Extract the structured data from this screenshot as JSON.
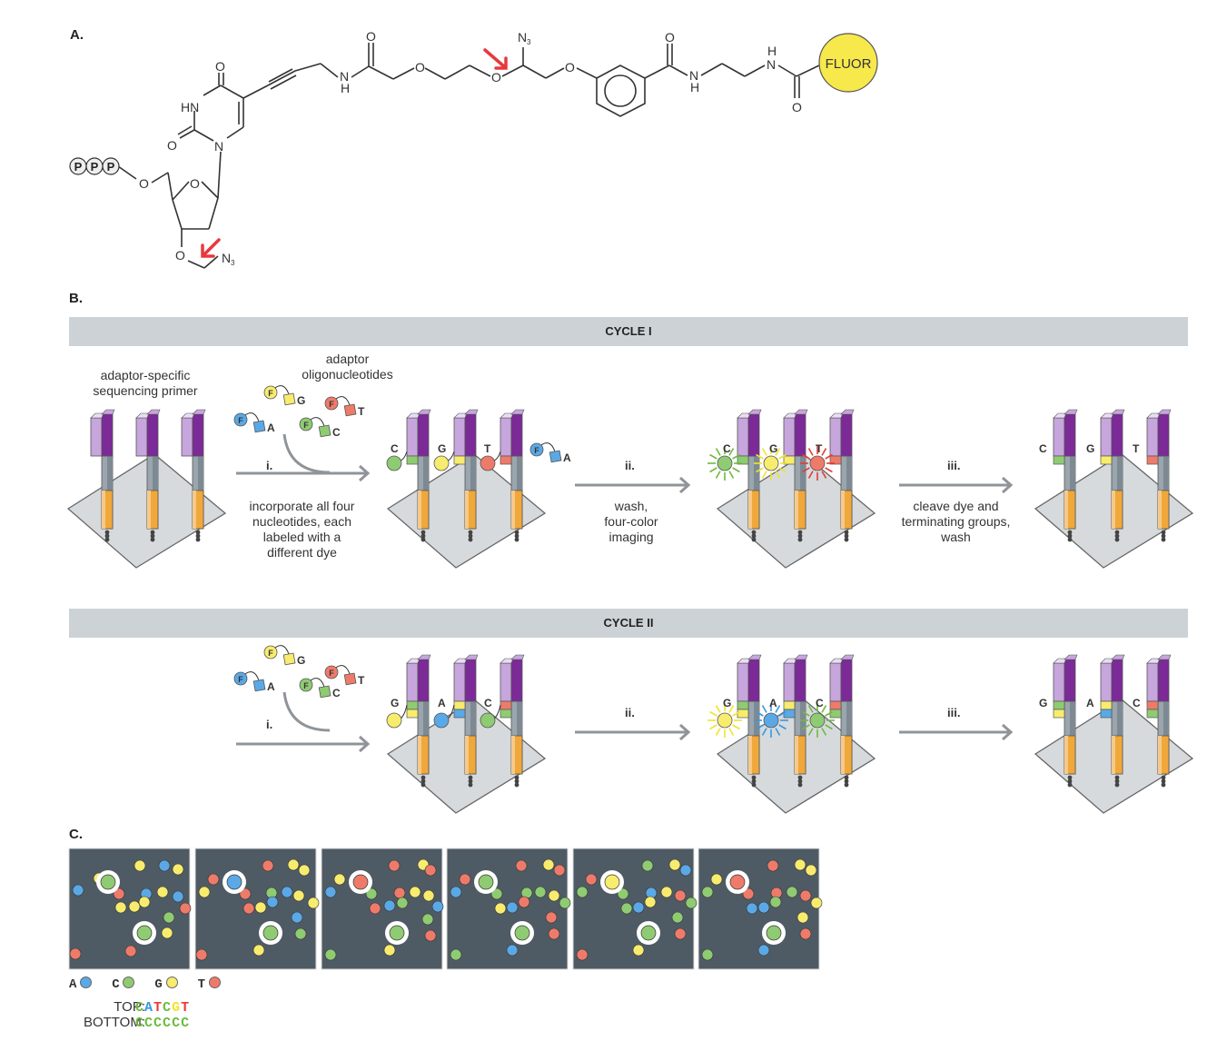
{
  "panels": {
    "a_label": "A.",
    "b_label": "B.",
    "c_label": "C."
  },
  "molecule": {
    "phosphates": [
      "P",
      "P",
      "P"
    ],
    "atoms": {
      "O": "O",
      "HN": "HN",
      "N": "N",
      "NH": "N",
      "H": "H",
      "N3": "N",
      "sub3": "3"
    },
    "fluor_label": "FLUOR",
    "fluor_color": "#f7e84b",
    "cleavage_arrow_color": "#e8383d"
  },
  "cycle1": {
    "title": "CYCLE I",
    "primer_label_line1": "adaptor-specific",
    "primer_label_line2": "sequencing primer",
    "oligo_label_line1": "adaptor",
    "oligo_label_line2": "oligonucleotides",
    "step_i": "i.",
    "step_i_caption": [
      "incorporate all four",
      "nucleotides, each",
      "labeled with a",
      "different dye"
    ],
    "step_ii": "ii.",
    "step_ii_caption": [
      "wash,",
      "four-color",
      "imaging"
    ],
    "step_iii": "iii.",
    "step_iii_caption": [
      "cleave dye and",
      "terminating groups,",
      "wash"
    ],
    "incorporated_bases": [
      "C",
      "G",
      "T"
    ],
    "free_base": "A"
  },
  "cycle2": {
    "title": "CYCLE II",
    "step_i": "i.",
    "step_ii": "ii.",
    "step_iii": "iii.",
    "incorporated_bases": [
      "G",
      "A",
      "C"
    ]
  },
  "nucleotides": [
    {
      "base": "A",
      "dye_label": "F",
      "color": "#5aa9e6"
    },
    {
      "base": "G",
      "dye_label": "F",
      "color": "#f7ec6e"
    },
    {
      "base": "T",
      "dye_label": "F",
      "color": "#ee7b6a"
    },
    {
      "base": "C",
      "dye_label": "F",
      "color": "#8fcb72"
    }
  ],
  "colors": {
    "A": "#5aa9e6",
    "C": "#8fcb72",
    "G": "#f7ec6e",
    "T": "#ee7b6a",
    "primer_light": "#c6a6dc",
    "primer_dark": "#7b2a97",
    "strand_gray": "#9aa5ad",
    "anchor_orange": "#f0a83a",
    "slide": "#d6dadd",
    "frame_bg": "#4f5b64",
    "arrow": "#8f9499",
    "cycle_bar": "#ccd2d6"
  },
  "imaging": {
    "frame_count": 6,
    "top_spot_bases": [
      "C",
      "A",
      "T",
      "C",
      "G",
      "T"
    ],
    "bottom_spot_bases": [
      "C",
      "C",
      "C",
      "C",
      "C",
      "C"
    ]
  },
  "legend": [
    {
      "base": "A",
      "color": "#5aa9e6"
    },
    {
      "base": "C",
      "color": "#8fcb72"
    },
    {
      "base": "G",
      "color": "#f7ec6e"
    },
    {
      "base": "T",
      "color": "#ee7b6a"
    }
  ],
  "readout": {
    "top_label": "TOP:",
    "top_sequence": "CATCGT",
    "bottom_label": "BOTTOM:",
    "bottom_sequence": "CCCCCC"
  }
}
